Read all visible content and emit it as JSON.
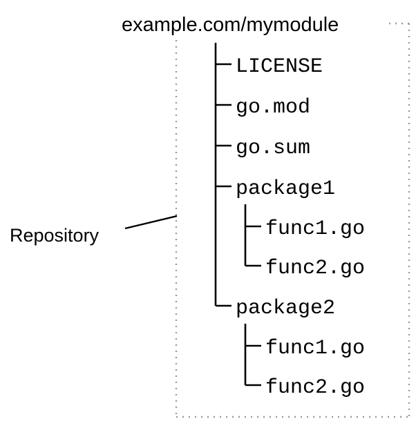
{
  "diagram": {
    "title": "example.com/mymodule",
    "annotation_label": "Repository",
    "colors": {
      "text": "#000000",
      "tree_line": "#000000",
      "repo_border": "#9a9a9a",
      "background": "#ffffff"
    },
    "tree": {
      "root_label": "example.com/mymodule",
      "children": [
        {
          "label": "LICENSE",
          "type": "file",
          "connector": "tee"
        },
        {
          "label": "go.mod",
          "type": "file",
          "connector": "tee"
        },
        {
          "label": "go.sum",
          "type": "file",
          "connector": "tee"
        },
        {
          "label": "package1",
          "type": "directory",
          "connector": "tee",
          "children": [
            {
              "label": "func1.go",
              "type": "file",
              "connector": "tee"
            },
            {
              "label": "func2.go",
              "type": "file",
              "connector": "elbow"
            }
          ]
        },
        {
          "label": "package2",
          "type": "directory",
          "connector": "elbow",
          "children": [
            {
              "label": "func1.go",
              "type": "file",
              "connector": "tee"
            },
            {
              "label": "func2.go",
              "type": "file",
              "connector": "elbow"
            }
          ]
        }
      ]
    },
    "rows": {
      "license": "LICENSE",
      "go_mod": "go.mod",
      "go_sum": "go.sum",
      "package1": "package1",
      "package1_func1": "func1.go",
      "package1_func2": "func2.go",
      "package2": "package2",
      "package2_func1": "func1.go",
      "package2_func2": "func2.go"
    }
  }
}
